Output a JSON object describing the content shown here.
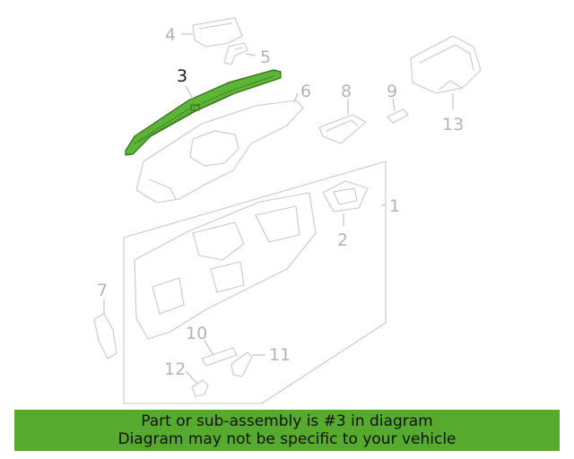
{
  "diagram": {
    "highlight_color": "#5cb536",
    "callouts": [
      {
        "id": "4",
        "label": "4"
      },
      {
        "id": "5",
        "label": "5"
      },
      {
        "id": "3",
        "label": "3",
        "highlighted": true
      },
      {
        "id": "6",
        "label": "6"
      },
      {
        "id": "8",
        "label": "8"
      },
      {
        "id": "9",
        "label": "9"
      },
      {
        "id": "13",
        "label": "13"
      },
      {
        "id": "1",
        "label": "1"
      },
      {
        "id": "2",
        "label": "2"
      },
      {
        "id": "7",
        "label": "7"
      },
      {
        "id": "10",
        "label": "10"
      },
      {
        "id": "11",
        "label": "11"
      },
      {
        "id": "12",
        "label": "12"
      }
    ]
  },
  "banner": {
    "line1": "Part or sub-assembly is #3 in diagram",
    "line2": "Diagram may not be specific to your vehicle",
    "color": "#56ab2f"
  }
}
